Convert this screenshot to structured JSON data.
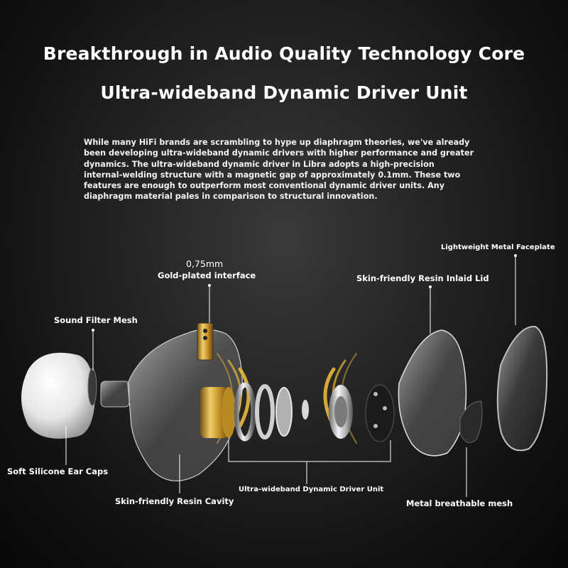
{
  "heading": {
    "line1": "Breakthrough in Audio Quality Technology Core",
    "line2": "Ultra-wideband Dynamic Driver Unit"
  },
  "description": [
    "While many HiFi brands are scrambling to hype up diaphragm theories, we've already",
    "been developing ultra-wideband dynamic drivers with higher performance and greater",
    "dynamics. The ultra-wideband dynamic driver in Libra adopts a high-precision",
    "internal-welding structure with a magnetic gap of approximately 0.1mm. These two",
    "features are enough to outperform most conventional dynamic driver units. Any",
    "diaphragm material pales in comparison to structural innovation."
  ],
  "labels": {
    "faceplate": "Lightweight Metal Faceplate",
    "interface_size": "0,75mm",
    "interface": "Gold-plated interface",
    "inlaid_lid": "Skin-friendly Resin Inlaid Lid",
    "filter_mesh": "Sound Filter Mesh",
    "ear_caps": "Soft Silicone Ear Caps",
    "driver_unit": "Ultra-wideband Dynamic Driver Unit",
    "resin_cavity": "Skin-friendly Resin Cavity",
    "breathable_mesh": "Metal breathable mesh"
  },
  "colors": {
    "accent_gold": "#e8b83a",
    "background": "#1a1a1a"
  }
}
